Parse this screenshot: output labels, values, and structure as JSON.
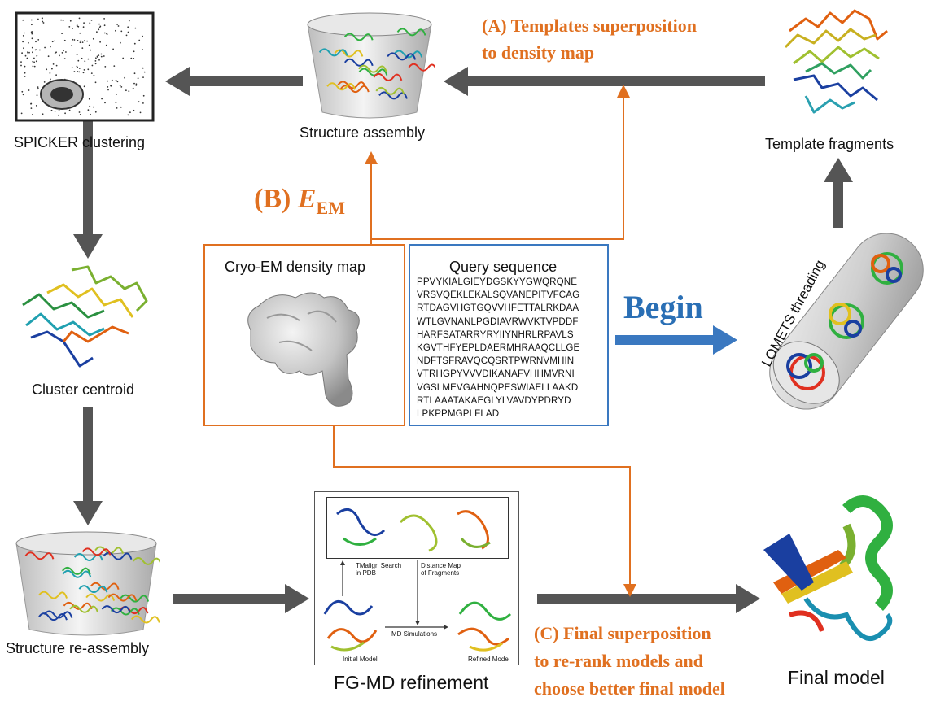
{
  "nodes": {
    "spicker": "SPICKER clustering",
    "assembly": "Structure assembly",
    "template_fragments": "Template fragments",
    "cluster_centroid": "Cluster centroid",
    "reassembly": "Structure re-assembly",
    "fgmd": "FG-MD refinement",
    "final_model": "Final model",
    "lomets": "LOMETS threading"
  },
  "annotations": {
    "a_line1": "(A) Templates superposition",
    "a_line2": "to density map",
    "b_prefix": "(B) ",
    "b_symbol": "E",
    "b_subscript": "EM",
    "c_line1": "(C) Final superposition",
    "c_line2": "to re-rank models and",
    "c_line3": "choose better final model",
    "begin": "Begin"
  },
  "cryo_em": {
    "title": "Cryo-EM density map"
  },
  "query": {
    "title": "Query sequence",
    "lines": [
      "PPVYKIALGIEYDGSKYYGWQRQNE",
      "VRSVQEKLEKALSQVANEPITVFCAG",
      "RTDAGVHGTGQVVHFETTALRKDAA",
      "WTLGVNANLPGDIAVRWVKTVPDDF",
      "HARFSATARRYRYIIYNHRLRPAVLS",
      "KGVTHFYEPLDAERMHRAAQCLLGE",
      "NDFTSFRAVQCQSRTPWRNVMHIN",
      "VTRHGPYVVVDIKANAFVHHMVRNI",
      "VGSLMEVGAHNQPESWIAELLAAKD",
      "RTLAAATAKAEGLYLVAVDYPDRYD",
      "LPKPPMGPLFLAD"
    ]
  },
  "fgmd_inset": {
    "tmalign": "TMalign Search\nin PDB",
    "distance_map": "Distance Map\nof Fragments",
    "md_sim": "MD Simulations",
    "initial": "Initial Model",
    "refined": "Refined Model"
  },
  "colors": {
    "arrow_gray": "#555555",
    "orange": "#e07020",
    "blue": "#3a78c0",
    "begin_blue": "#2a6fb5"
  }
}
